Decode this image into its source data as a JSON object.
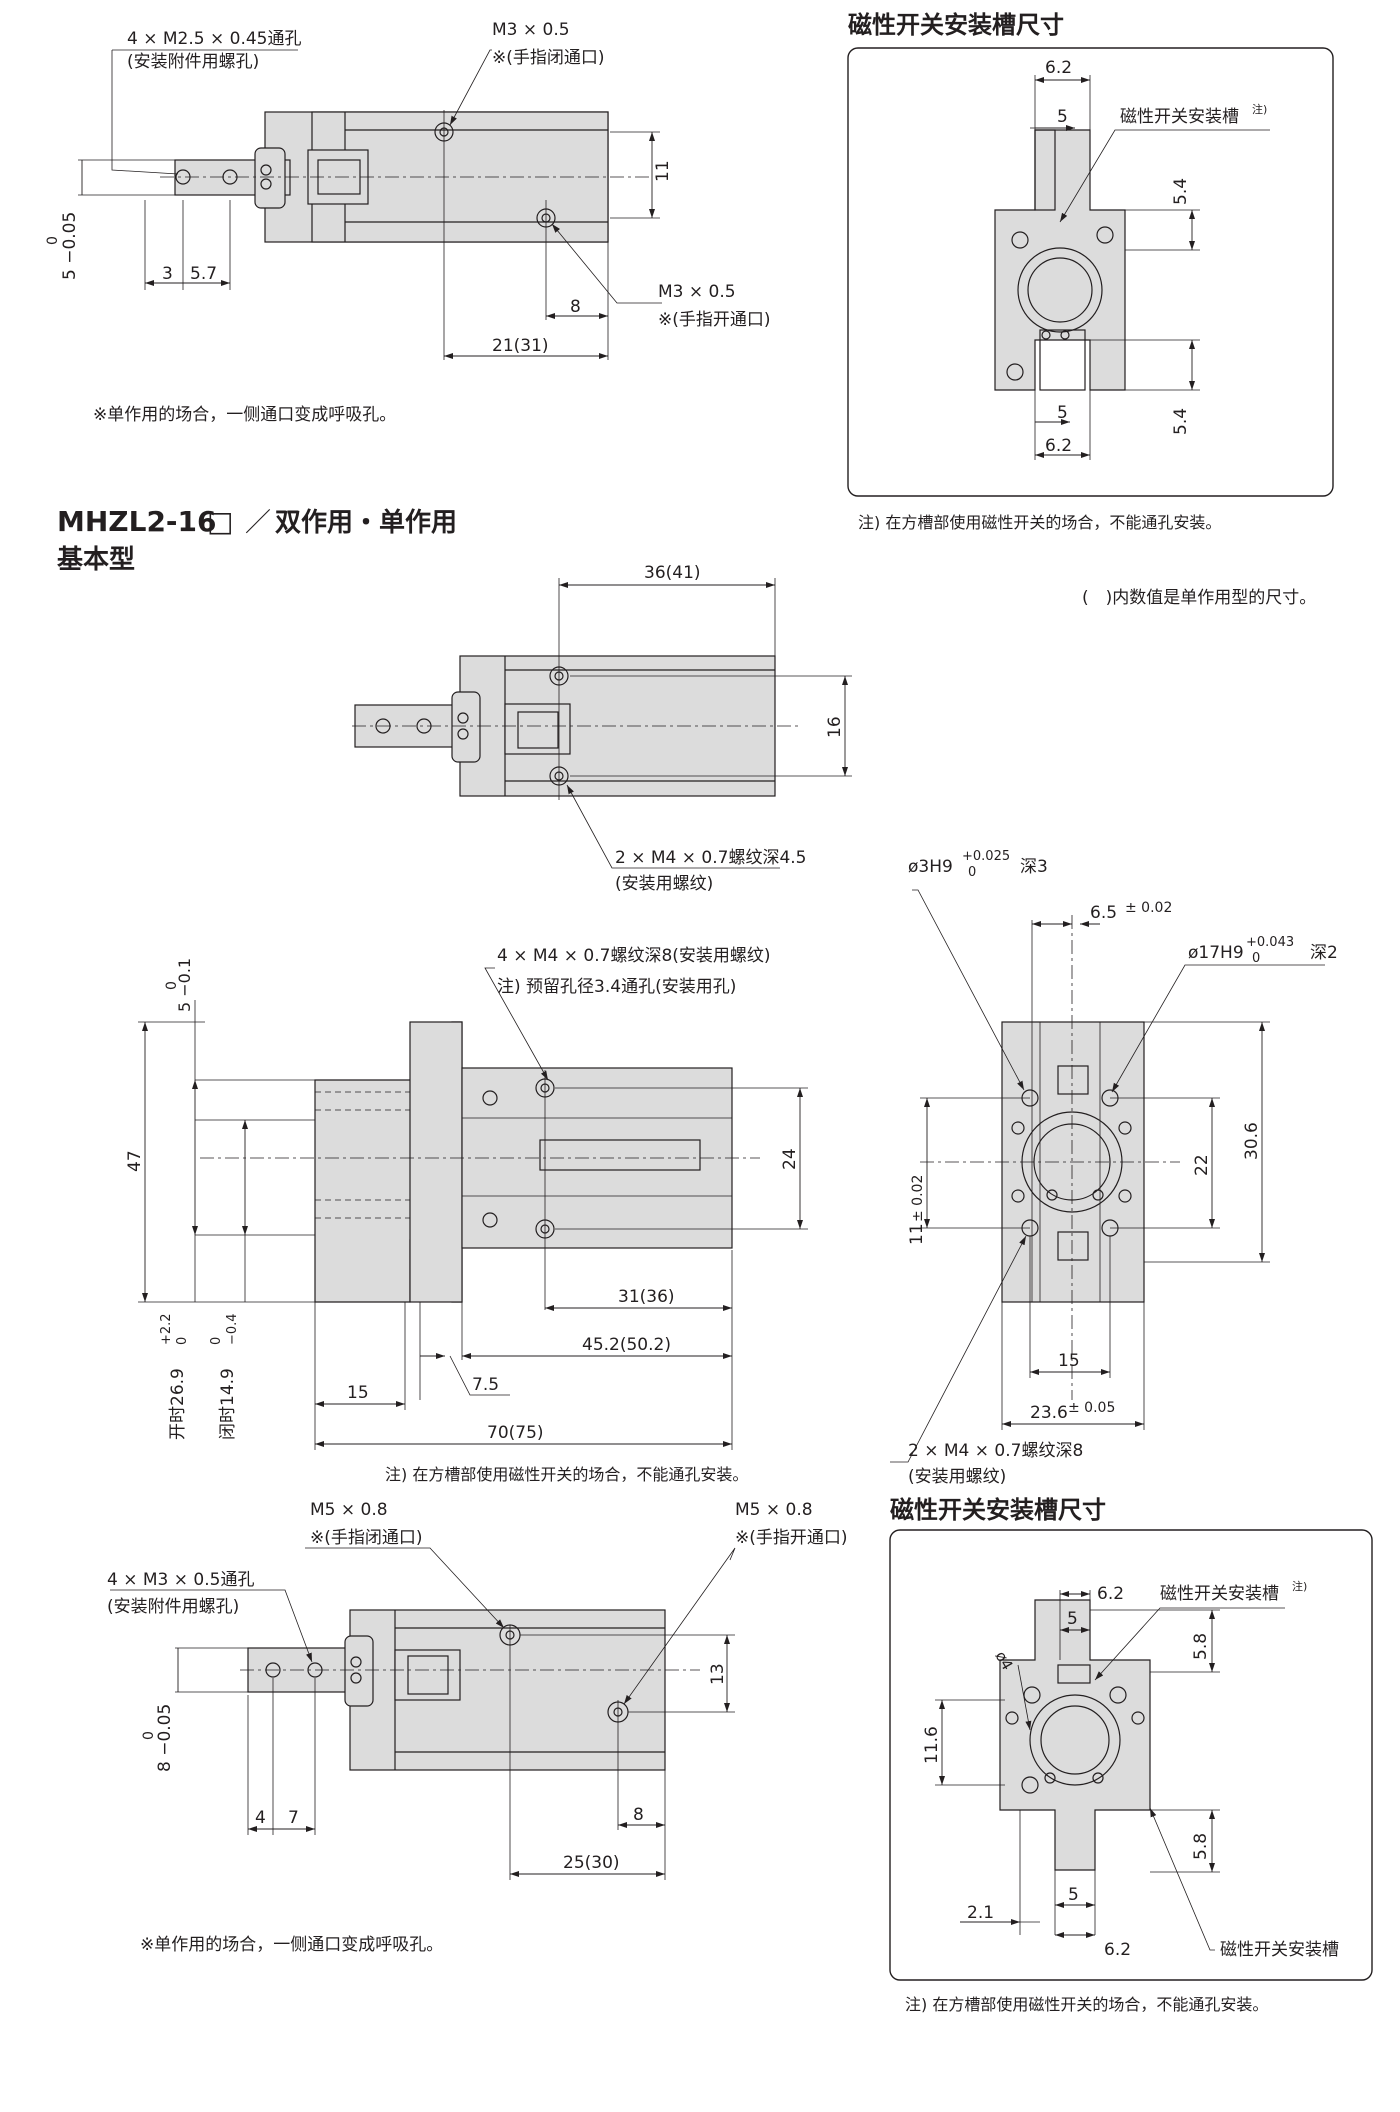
{
  "top_section": {
    "holes_label_1": "4 × M2.5 × 0.45通孔",
    "holes_label_2": "(安装附件用螺孔)",
    "port_close_1": "M3 × 0.5",
    "port_close_2": "※(手指闭通口)",
    "port_open_1": "M3 × 0.5",
    "port_open_2": "※(手指开通口)",
    "dim_11": "11",
    "dim_8": "8",
    "dim_21": "21(31)",
    "dim_3": "3",
    "dim_57": "5.7",
    "tol_top": "0",
    "tol_main": "5 −0.05",
    "note": "※单作用的场合，一侧通口变成呼吸孔。"
  },
  "slot_box_1": {
    "title": "磁性开关安装槽尺寸",
    "dim_62_top": "6.2",
    "dim_5_top": "5",
    "slot_label": "磁性开关安装槽",
    "slot_sup": "注)",
    "dim_54_top": "5.4",
    "dim_5_bottom": "5",
    "dim_62_bottom": "6.2",
    "dim_54_bottom": "5.4",
    "footnote": "注) 在方槽部使用磁性开关的场合，不能通孔安装。"
  },
  "section_title": {
    "model": "MHZL2-16",
    "box": "□",
    "sep": "／",
    "type": "双作用・单作用",
    "subtitle": "基本型",
    "paren_note": "(　)内数值是单作用型的尺寸。"
  },
  "top_view": {
    "dim_36": "36(41)",
    "dim_16": "16",
    "thread_1": "2 × M4 × 0.7螺纹深4.5",
    "thread_2": "(安装用螺纹)"
  },
  "side_view": {
    "holes_1": "4 × M4 × 0.7螺纹深8(安装用螺纹)",
    "holes_2": "注) 预留孔径3.4通孔(安装用孔)",
    "tol_5": "5 −0.1",
    "tol_5_top": "0",
    "dim_47": "47",
    "dim_24": "24",
    "dim_31": "31(36)",
    "dim_452": "45.2(50.2)",
    "dim_15": "15",
    "dim_75": "7.5",
    "dim_70": "70(75)",
    "open_label": "开时26.9",
    "open_tol": "+2.2",
    "open_tol2": "0",
    "close_label": "闭时14.9",
    "close_tol": "0",
    "close_tol2": "−0.4",
    "footnote": "注) 在方槽部使用磁性开关的场合，不能通孔安装。"
  },
  "end_view": {
    "pin_hole": "ø3H9",
    "pin_tol_up": "+0.025",
    "pin_tol_dn": "0",
    "pin_depth": "深3",
    "dim_65": "6.5",
    "dim_65_tol": "± 0.02",
    "bore": "ø17H9",
    "bore_tol_up": "+0.043",
    "bore_tol_dn": "0",
    "bore_depth": "深2",
    "dim_22": "22",
    "dim_306": "30.6",
    "dim_11": "11",
    "dim_11_tol": "± 0.02",
    "dim_15": "15",
    "dim_236": "23.6",
    "dim_236_tol": "± 0.05",
    "thread_1": "2 × M4 × 0.7螺纹深8",
    "thread_2": "(安装用螺纹)"
  },
  "bottom_section": {
    "port_close_1": "M5 × 0.8",
    "port_close_2": "※(手指闭通口)",
    "port_open_1": "M5 × 0.8",
    "port_open_2": "※(手指开通口)",
    "holes_1": "4 × M3 × 0.5通孔",
    "holes_2": "(安装附件用螺孔)",
    "dim_13": "13",
    "tol_top": "0",
    "tol_main": "8 −0.05",
    "dim_4": "4",
    "dim_7": "7",
    "dim_8": "8",
    "dim_25": "25(30)",
    "note": "※单作用的场合，一侧通口变成呼吸孔。"
  },
  "slot_box_2": {
    "title": "磁性开关安装槽尺寸",
    "dim_62_top": "6.2",
    "slot_label": "磁性开关安装槽",
    "slot_sup": "注)",
    "dim_5_top": "5",
    "dim_phi4": "ø4",
    "dim_58_top": "5.8",
    "dim_116": "11.6",
    "dim_58_bottom": "5.8",
    "dim_21": "2.1",
    "dim_5_bottom": "5",
    "dim_62_bottom": "6.2",
    "slot_label_bottom": "磁性开关安装槽",
    "footnote": "注) 在方槽部使用磁性开关的场合，不能通孔安装。"
  },
  "colors": {
    "body_fill": "#dcdcdc",
    "line": "#231f20",
    "box_border": "#231f20"
  }
}
